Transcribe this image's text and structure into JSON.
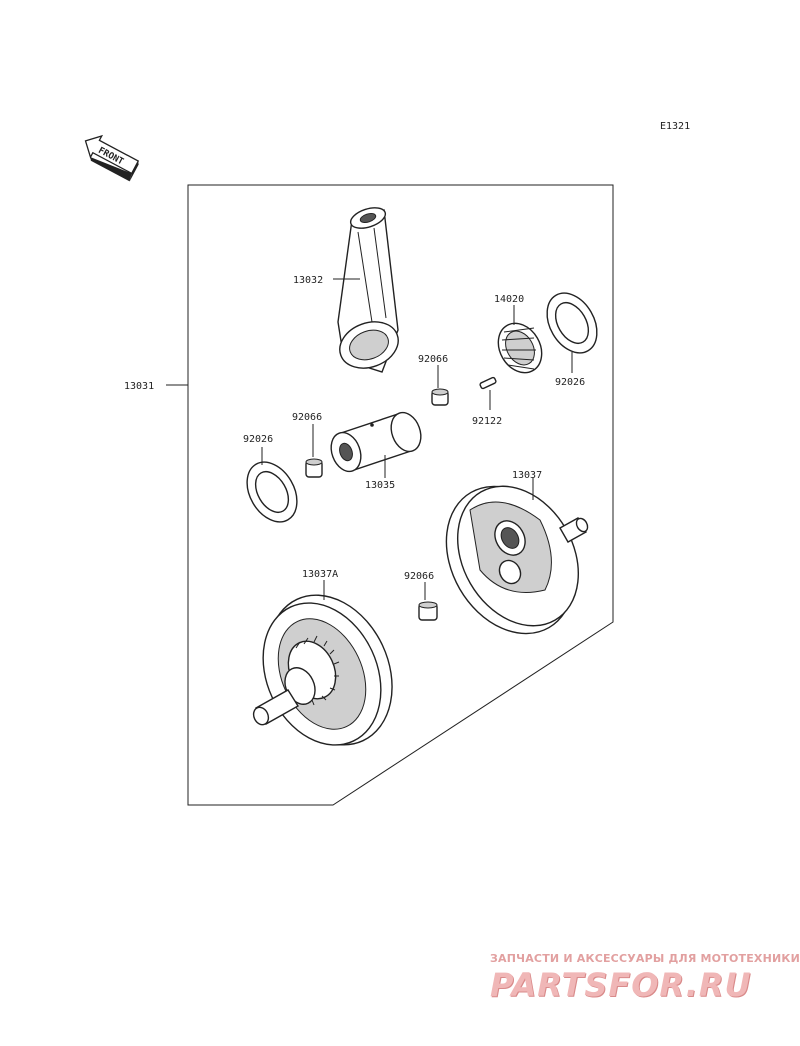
{
  "diagram_code": "E1321",
  "front_label": "FRONT",
  "parts": {
    "assembly": "13031",
    "con_rod": "13032",
    "bearing": "14020",
    "washer_right": "92026",
    "washer_left": "92026",
    "pin_upper": "92066",
    "pin_left": "92066",
    "pin_lower": "92066",
    "small_pin": "92122",
    "crank_pin": "13035",
    "flywheel_right": "13037",
    "flywheel_left": "13037A"
  },
  "watermark": {
    "tagline": "ЗАПЧАСТИ И АКСЕССУАРЫ ДЛЯ МОТОТЕХНИКИ",
    "brand": "PARTSFOR.RU"
  }
}
